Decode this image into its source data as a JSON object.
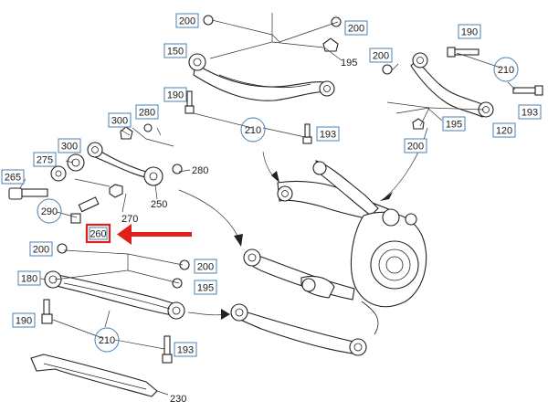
{
  "part_numbers": {
    "p200a": "200",
    "p200b": "200",
    "p150": "150",
    "p195a": "195",
    "p200c": "200",
    "p190a": "190",
    "p210a": "210",
    "p195b": "195",
    "p200d": "200",
    "p193a": "193",
    "p120": "120",
    "p190b": "190",
    "p280a": "280",
    "p300a": "300",
    "p210b": "210",
    "p193b": "193",
    "p300b": "300",
    "p275": "275",
    "p280b": "280",
    "p265": "265",
    "p250": "250",
    "p290": "290",
    "p270": "270",
    "p260": "260",
    "p200e": "200",
    "p200f": "200",
    "p180": "180",
    "p195c": "195",
    "p190c": "190",
    "p210c": "210",
    "p193c": "193",
    "p230": "230"
  },
  "colors": {
    "highlight": "#e0201a",
    "label_border": "#4a7fb0"
  }
}
